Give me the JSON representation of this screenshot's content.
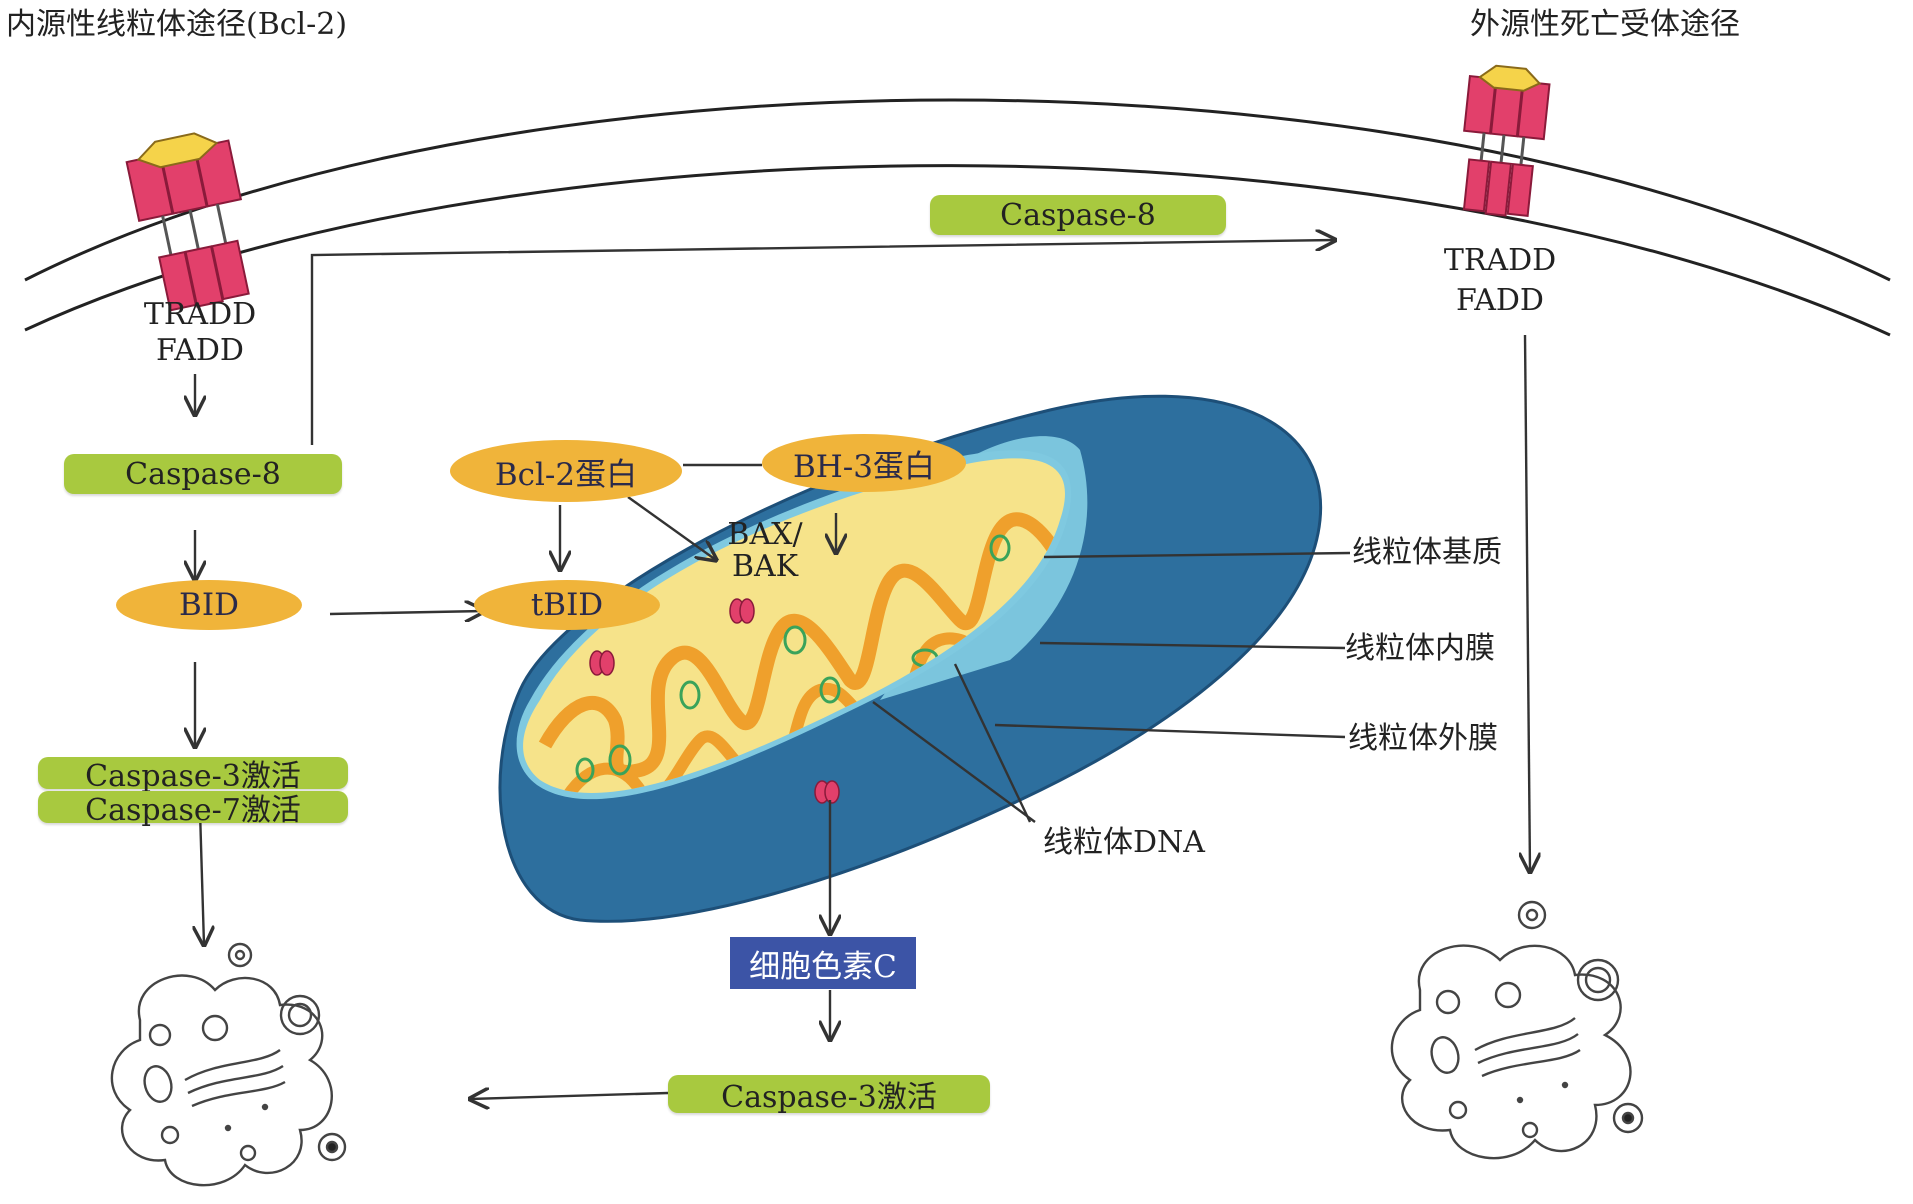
{
  "titles": {
    "intrinsic": "内源性线粒体途径(Bcl-2)",
    "extrinsic": "外源性死亡受体途径"
  },
  "left_receptor": {
    "tradd": "TRADD",
    "fadd": "FADD"
  },
  "right_receptor": {
    "tradd": "TRADD",
    "fadd": "FADD"
  },
  "nodes": {
    "caspase8_top": "Caspase-8",
    "caspase8_left": "Caspase-8",
    "bid": "BID",
    "tbid": "tBID",
    "bcl2": "Bcl-2蛋白",
    "bh3": "BH-3蛋白",
    "bax_line1": "BAX/",
    "bax_line2": "BAK",
    "caspase37_line1": "Caspase-3激活",
    "caspase37_line2": "Caspase-7激活",
    "cytochrome_c": "细胞色素C",
    "caspase3_bottom": "Caspase-3激活"
  },
  "mito_labels": {
    "matrix": "线粒体基质",
    "inner": "线粒体内膜",
    "outer": "线粒体外膜",
    "dna": "线粒体DNA"
  },
  "colors": {
    "pill_green": "#a8c93f",
    "oval_orange": "#f0b43a",
    "cyto_blue": "#3c54a6",
    "mito_outer": "#2d6f9e",
    "mito_inner": "#7fc9e0",
    "cristae_yellow": "#f6e38a",
    "cristae_edge": "#efa02c",
    "receptor_red": "#e2406b"
  }
}
